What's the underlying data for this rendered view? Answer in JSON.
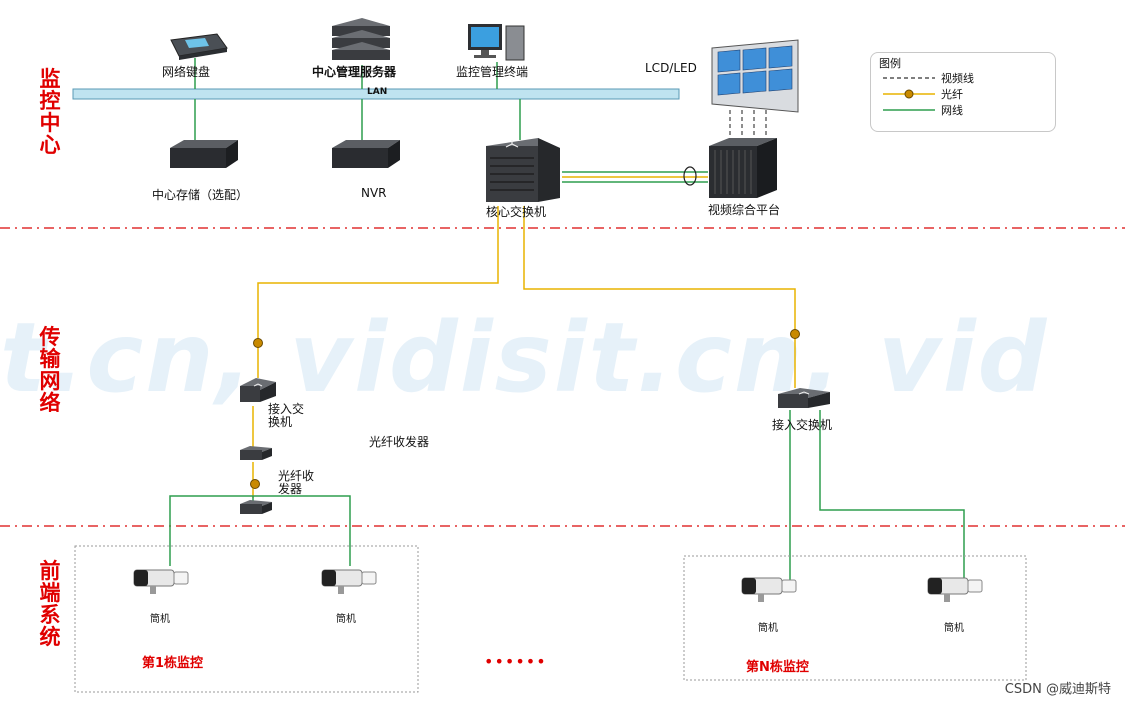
{
  "zones": {
    "monitoring_center": "监控中心",
    "transmission_network": "传输网络",
    "front_end_system": "前端系统"
  },
  "watermark": "t.cn, vidisit.cn, vid",
  "devices": {
    "network_keyboard": "网络键盘",
    "central_management_server": "中心管理服务器",
    "monitoring_client": "监控管理终端",
    "lcd_led": "LCD/LED",
    "lan": "LAN",
    "central_storage": "中心存储（选配）",
    "nvr": "NVR",
    "core_switch": "核心交换机",
    "video_platform": "视频综合平台",
    "access_switch_left": "接入交换机",
    "access_switch_right": "接入交换机",
    "fiber_transceiver_mid": "光纤收发器",
    "fiber_transceiver_lower": "光纤收发器",
    "camera_1a": "筒机",
    "camera_1b": "筒机",
    "camera_na": "筒机",
    "camera_nb": "筒机"
  },
  "groups": {
    "building_1": "第1栋监控",
    "building_n": "第N栋监控",
    "ellipsis": "••••••"
  },
  "legend": {
    "title": "图例",
    "video_line": "视频线",
    "fiber": "光纤",
    "network_cable": "网线"
  },
  "colors": {
    "zone_red": "#e00000",
    "fiber_yellow": "#e8b400",
    "net_green": "#2e9e4e",
    "lan_bar": "#bfe3f0",
    "divider_red": "#e03030"
  },
  "credit": "CSDN @威迪斯特"
}
